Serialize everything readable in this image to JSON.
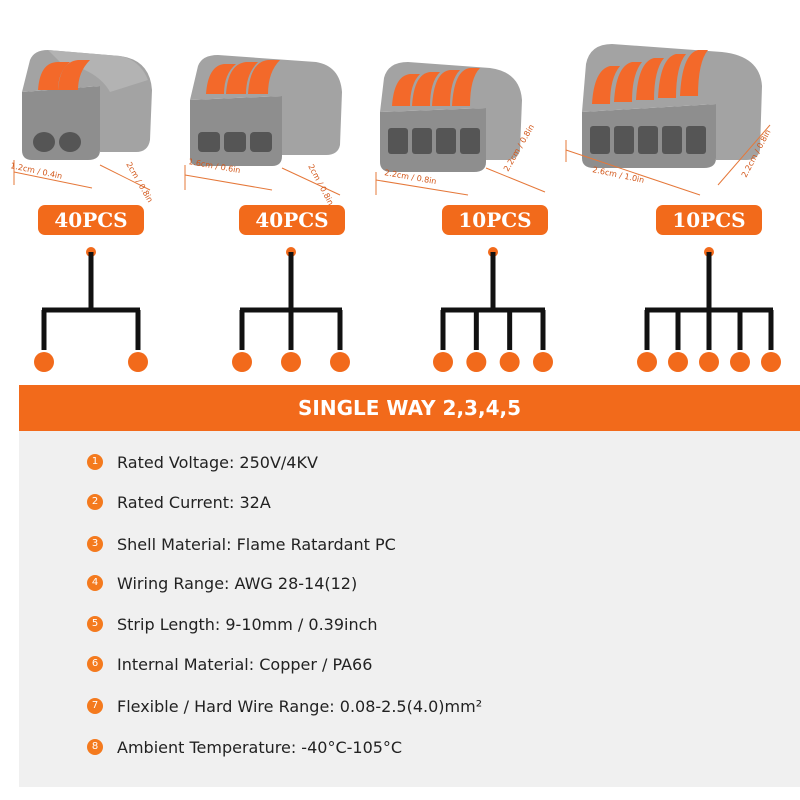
{
  "colors": {
    "accent": "#f26a1b",
    "panel": "#f0f0f0",
    "body_gray": "#9a9a9a",
    "lever_orange": "#f3692a"
  },
  "connectors": [
    {
      "ways": 2,
      "width_label": "1.2cm / 0.4in",
      "depth_label": "2cm / 0.8in",
      "quantity": "40PCS"
    },
    {
      "ways": 3,
      "width_label": "1.6cm / 0.6in",
      "depth_label": "2cm / 0.8in",
      "quantity": "40PCS"
    },
    {
      "ways": 4,
      "width_label": "2.2cm / 0.8in",
      "depth_label": "2.2cm / 0.8in",
      "quantity": "10PCS"
    },
    {
      "ways": 5,
      "width_label": "2.6cm / 1.0in",
      "depth_label": "2.2cm / 0.8in",
      "quantity": "10PCS"
    }
  ],
  "banner": {
    "title": "SINGLE WAY 2,3,4,5"
  },
  "specs": [
    {
      "num": "1",
      "text": "Rated Voltage: 250V/4KV"
    },
    {
      "num": "2",
      "text": "Rated Current: 32A"
    },
    {
      "num": "3",
      "text": "Shell Material: Flame Ratardant PC"
    },
    {
      "num": "4",
      "text": "Wiring Range: AWG 28-14(12)"
    },
    {
      "num": "5",
      "text": "Strip Length: 9-10mm / 0.39inch"
    },
    {
      "num": "6",
      "text": "Internal Material: Copper / PA66"
    },
    {
      "num": "7",
      "text": "Flexible / Hard Wire Range: 0.08-2.5(4.0)mm²"
    },
    {
      "num": "8",
      "text": "Ambient Temperature: -40°C-105°C"
    }
  ]
}
